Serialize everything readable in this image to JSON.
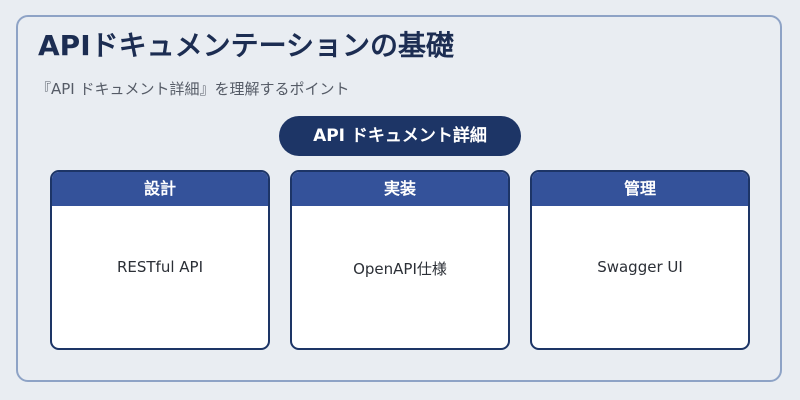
{
  "title": "APIドキュメンテーションの基礎",
  "subtitle": "『API ドキュメント詳細』を理解するポイント",
  "center_topic": "API ドキュメント詳細",
  "cards": [
    {
      "header": "設計",
      "body": "RESTful API"
    },
    {
      "header": "実装",
      "body": "OpenAPI仕様"
    },
    {
      "header": "管理",
      "body": "Swagger UI"
    }
  ],
  "colors": {
    "background": "#e9edf2",
    "frame_border": "#8ea3c6",
    "pill": "#1d3566",
    "card_header": "#34529a",
    "title_text": "#1c2d52"
  }
}
